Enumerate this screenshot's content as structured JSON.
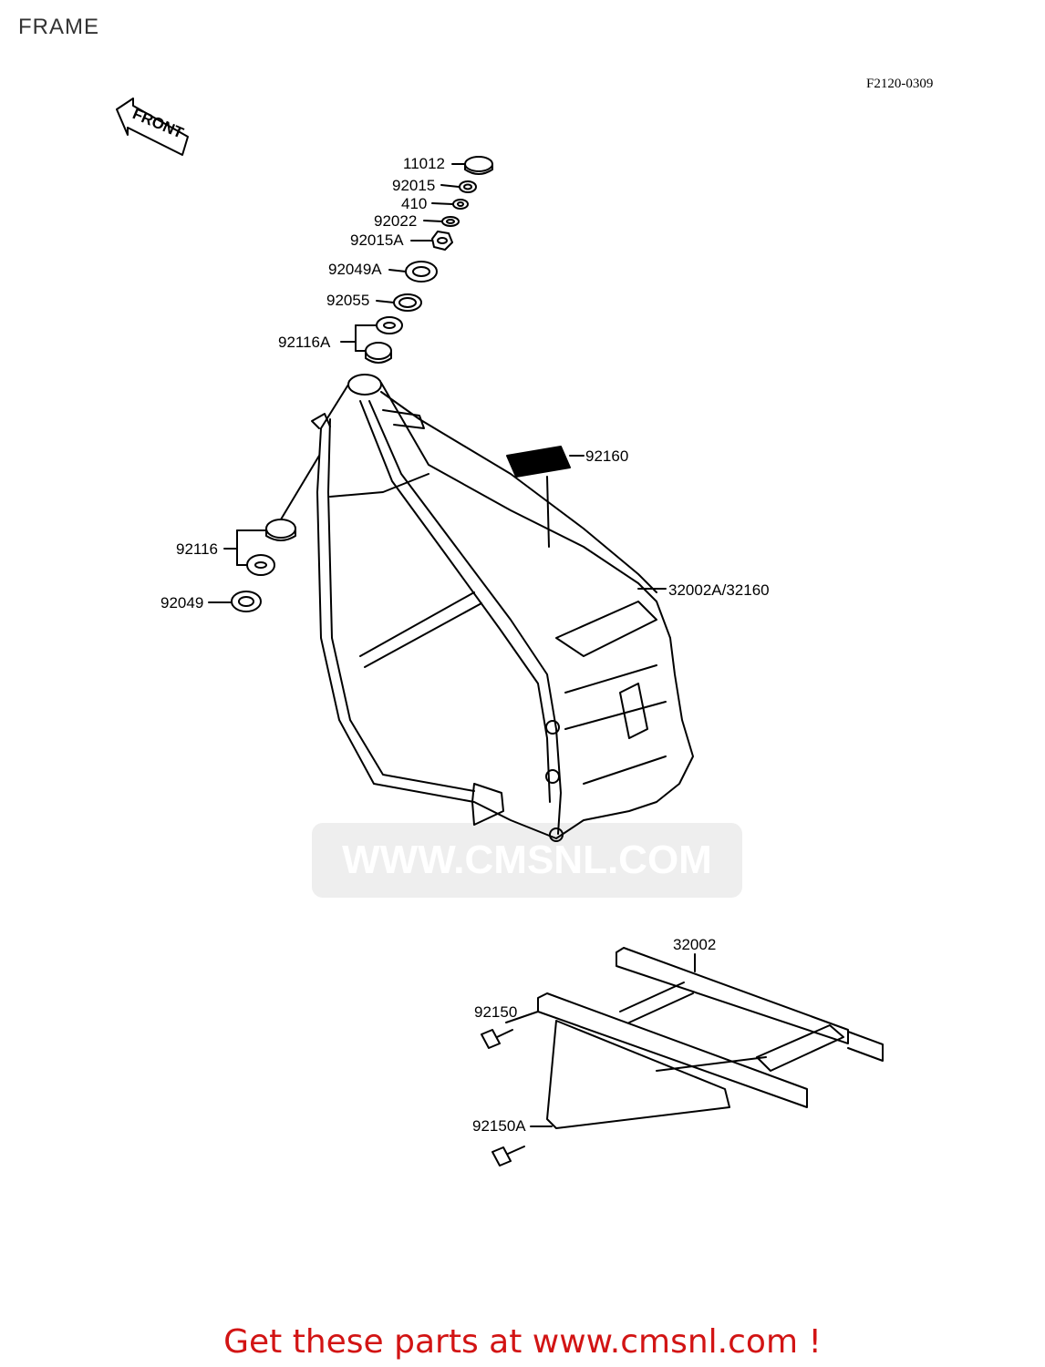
{
  "page": {
    "title": "FRAME",
    "diagram_code": "F2120-0309"
  },
  "front_indicator": {
    "label": "FRONT"
  },
  "watermark": {
    "text": "WWW.CMSNL.COM"
  },
  "parts": [
    {
      "id": "11012",
      "label": "11012"
    },
    {
      "id": "92015",
      "label": "92015"
    },
    {
      "id": "410",
      "label": "410"
    },
    {
      "id": "92022",
      "label": "92022"
    },
    {
      "id": "92015A",
      "label": "92015A"
    },
    {
      "id": "92049A",
      "label": "92049A"
    },
    {
      "id": "92055",
      "label": "92055"
    },
    {
      "id": "92116A",
      "label": "92116A"
    },
    {
      "id": "92160",
      "label": "92160"
    },
    {
      "id": "92116",
      "label": "92116"
    },
    {
      "id": "92049",
      "label": "92049"
    },
    {
      "id": "32002A_32160",
      "label": "32002A/32160"
    },
    {
      "id": "32002",
      "label": "32002"
    },
    {
      "id": "92150",
      "label": "92150"
    },
    {
      "id": "92150A",
      "label": "92150A"
    }
  ],
  "footer": {
    "cta": "Get these parts at www.cmsnl.com !"
  }
}
